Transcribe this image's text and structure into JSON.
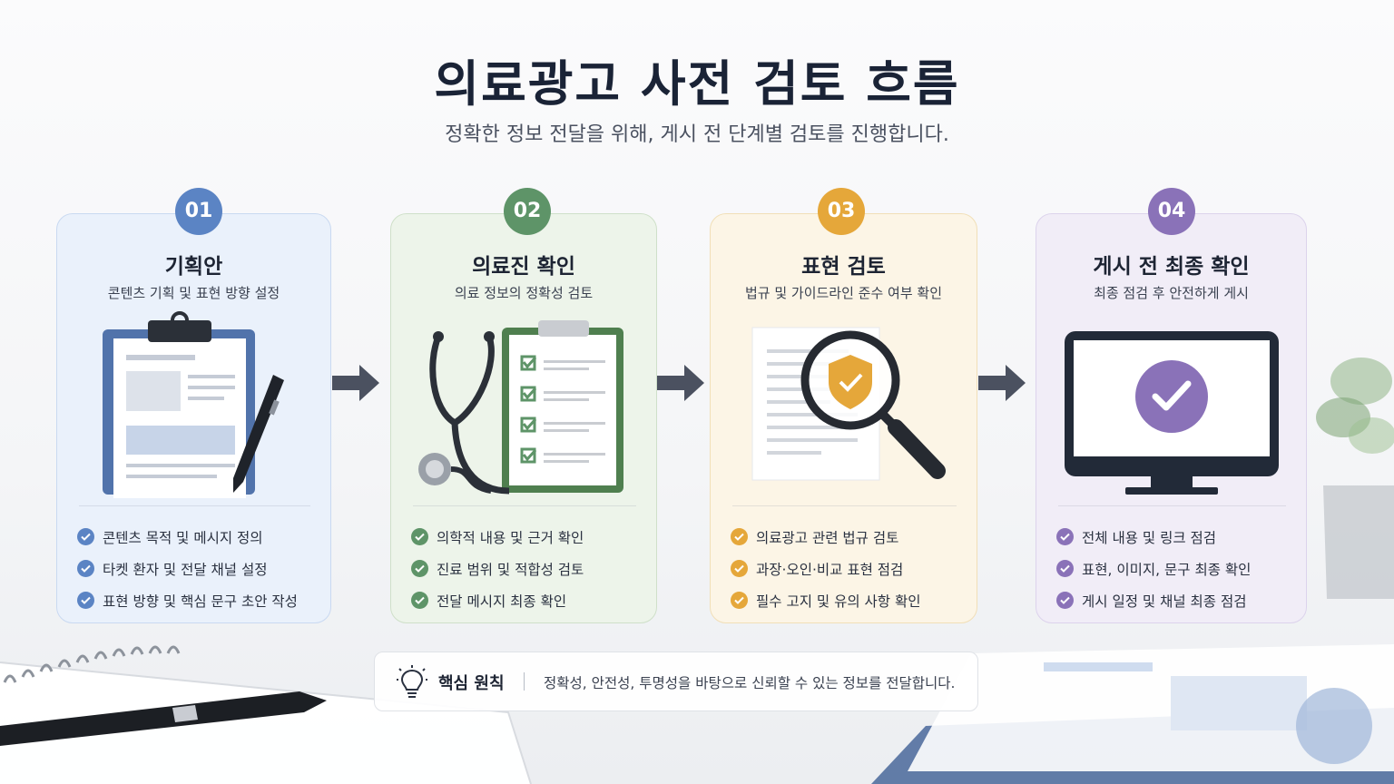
{
  "title": "의료광고 사전 검토 흐름",
  "subtitle": "정확한 정보 전달을 위해, 게시 전 단계별 검토를 진행합니다.",
  "steps": [
    {
      "number": "01",
      "title": "기획안",
      "subtitle": "콘텐츠 기획 및 표현 방향 설정",
      "icon": "clipboard-pen-icon",
      "color": "#5b84c4",
      "items": [
        "콘텐츠 목적 및 메시지 정의",
        "타켓 환자 및 전달 채널 설정",
        "표현 방향 및 핵심 문구 초안 작성"
      ]
    },
    {
      "number": "02",
      "title": "의료진 확인",
      "subtitle": "의료 정보의 정확성 검토",
      "icon": "stethoscope-checklist-icon",
      "color": "#5e9468",
      "items": [
        "의학적 내용 및 근거 확인",
        "진료 범위 및 적합성 검토",
        "전달 메시지 최종 확인"
      ]
    },
    {
      "number": "03",
      "title": "표현 검토",
      "subtitle": "법규 및 가이드라인 준수 여부 확인",
      "icon": "magnifier-shield-icon",
      "color": "#e5a73a",
      "items": [
        "의료광고 관련 법규 검토",
        "과장·오인·비교 표현 점검",
        "필수 고지 및 유의 사항 확인"
      ]
    },
    {
      "number": "04",
      "title": "게시 전 최종 확인",
      "subtitle": "최종 점검 후 안전하게 게시",
      "icon": "monitor-check-icon",
      "color": "#8a72b8",
      "items": [
        "전체 내용 및 링크 점검",
        "표현, 이미지, 문구 최종 확인",
        "게시 일정 및 채널 최종 점검"
      ]
    }
  ],
  "principle": {
    "icon": "lightbulb-icon",
    "label": "핵심 원칙",
    "text": "정확성, 안전성, 투명성을 바탕으로 신뢰할 수 있는 정보를 전달합니다."
  },
  "colors": {
    "title": "#1a2336",
    "arrow": "#4b5160"
  }
}
